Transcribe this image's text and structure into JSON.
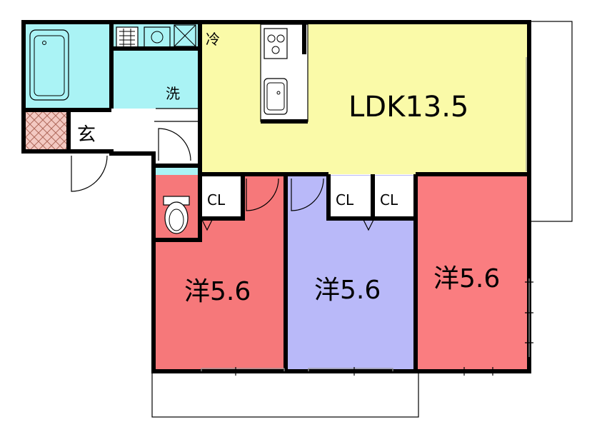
{
  "rooms": {
    "ldk": "LDK13.5",
    "western_left": "洋5.6",
    "western_center": "洋5.6",
    "western_right": "洋5.6",
    "entrance": "玄",
    "washroom": "洗",
    "fridge": "冷",
    "closet_left": "CL",
    "closet_center": "CL",
    "closet_right": "CL"
  },
  "colors": {
    "ldk": "#fafaa8",
    "wet_area": "#aaf3f5",
    "western_left": "#f6787a",
    "western_center": "#b9b9f9",
    "western_right": "#fa7d80",
    "entrance_tile": "#f3c9c2",
    "wall": "#000000"
  }
}
